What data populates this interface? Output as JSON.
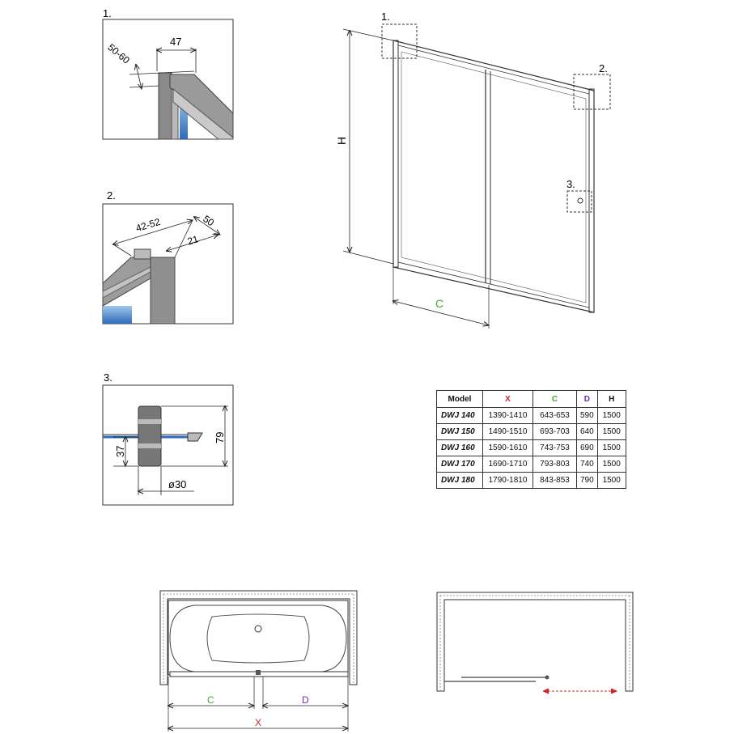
{
  "details": {
    "d1": {
      "label": "1.",
      "dim_width": "47",
      "dim_angle": "50-60"
    },
    "d2": {
      "label": "2.",
      "dim_range": "42-52",
      "dim_outer": "50",
      "dim_inner": "21"
    },
    "d3": {
      "label": "3.",
      "dim_height": "79",
      "dim_low": "37",
      "dim_diameter": "ø30"
    }
  },
  "main_view": {
    "height_label": "H",
    "width_label": "C",
    "callouts": [
      "1.",
      "2.",
      "3."
    ]
  },
  "table": {
    "headers": [
      "Model",
      "X",
      "C",
      "D",
      "H"
    ],
    "rows": [
      [
        "DWJ 140",
        "1390-1410",
        "643-653",
        "590",
        "1500"
      ],
      [
        "DWJ 150",
        "1490-1510",
        "693-703",
        "640",
        "1500"
      ],
      [
        "DWJ 160",
        "1590-1610",
        "743-753",
        "690",
        "1500"
      ],
      [
        "DWJ 170",
        "1690-1710",
        "793-803",
        "740",
        "1500"
      ],
      [
        "DWJ 180",
        "1790-1810",
        "843-853",
        "790",
        "1500"
      ]
    ]
  },
  "plan_view": {
    "label_c": "C",
    "label_d": "D",
    "label_x": "X"
  },
  "colors": {
    "x": "#d8232a",
    "c": "#4aa43a",
    "d": "#7030a0",
    "glass": "#4a86c8"
  }
}
